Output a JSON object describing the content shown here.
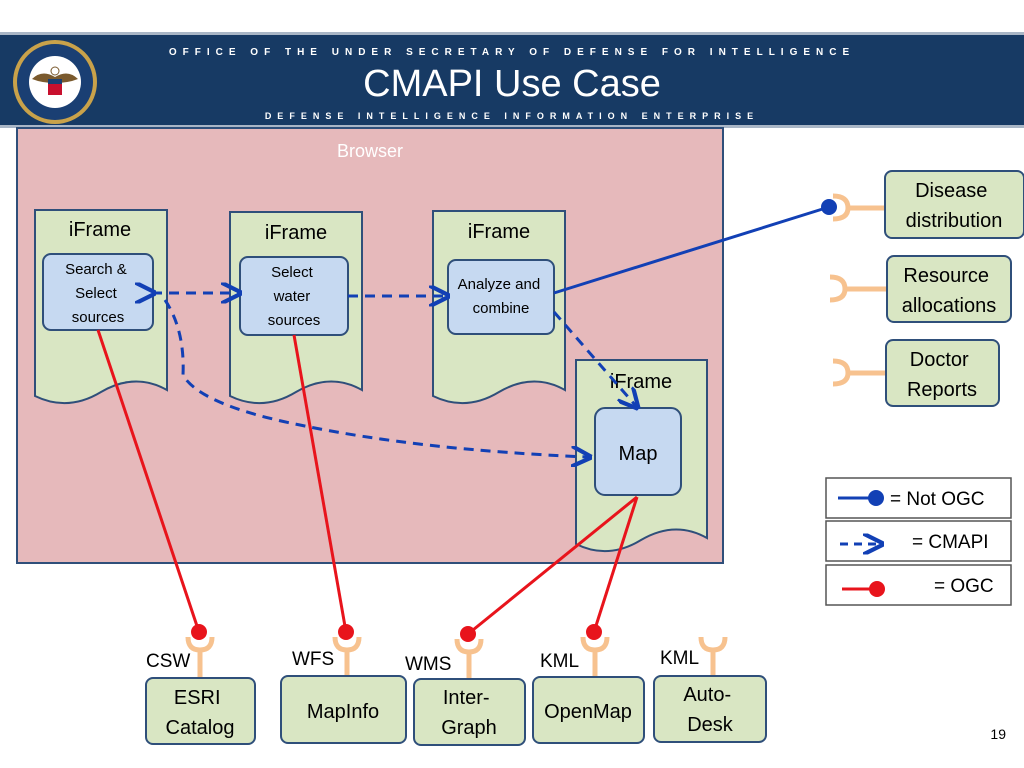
{
  "header": {
    "top_line": "OFFICE OF THE UNDER SECRETARY OF DEFENSE FOR INTELLIGENCE",
    "title": "CMAPI Use Case",
    "subtitle": "DEFENSE INTELLIGENCE INFORMATION ENTERPRISE",
    "logo": "department-of-defense-seal"
  },
  "browser": {
    "label": "Browser"
  },
  "iframes": [
    {
      "label": "iFrame",
      "widget": [
        "Search &",
        "Select",
        "sources"
      ]
    },
    {
      "label": "iFrame",
      "widget": [
        "Select",
        "water",
        "sources"
      ]
    },
    {
      "label": "iFrame",
      "widget": [
        "Analyze and",
        "combine"
      ]
    },
    {
      "label": "iFrame",
      "widget": [
        "Map"
      ]
    }
  ],
  "right_services": [
    {
      "lines": [
        "Disease",
        "distribution"
      ]
    },
    {
      "lines": [
        "Resource",
        "allocations"
      ]
    },
    {
      "lines": [
        "Doctor",
        "Reports"
      ]
    }
  ],
  "legend": [
    {
      "label": "= Not OGC",
      "color": "#1240b5"
    },
    {
      "label": "= CMAPI",
      "color": "#1240b5"
    },
    {
      "label": "= OGC",
      "color": "#e8141c"
    }
  ],
  "bottom_services": [
    {
      "protocol": "CSW",
      "lines": [
        "ESRI",
        "Catalog"
      ]
    },
    {
      "protocol": "WFS",
      "lines": [
        "MapInfo"
      ]
    },
    {
      "protocol": "WMS",
      "lines": [
        "Inter-",
        "Graph"
      ]
    },
    {
      "protocol": "KML",
      "lines": [
        "OpenMap"
      ]
    },
    {
      "protocol": "KML",
      "lines": [
        "Auto-",
        "Desk"
      ]
    }
  ],
  "page_number": "19",
  "colors": {
    "header_bg": "#173a64",
    "browser_fill": "#e6b9bb",
    "iframe_fill": "#d9e6c3",
    "widget_fill": "#c6d9f1",
    "connector": "#f7c28f",
    "not_ogc": "#1240b5",
    "ogc": "#e8141c"
  }
}
